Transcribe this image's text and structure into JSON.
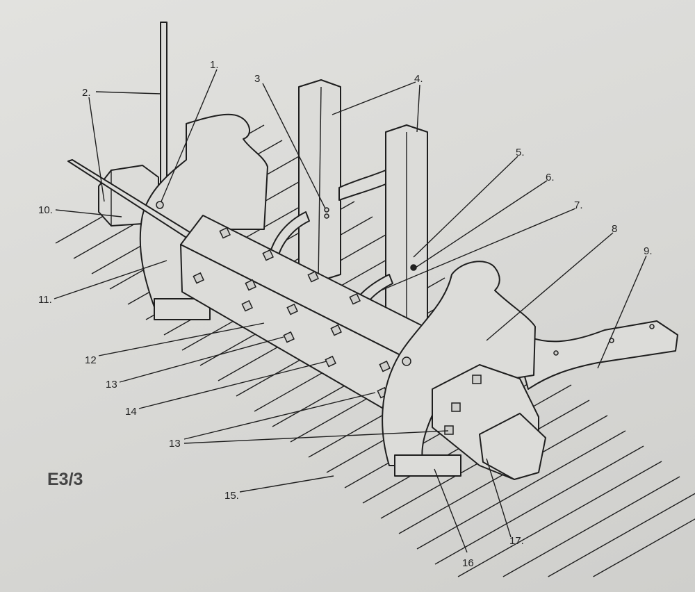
{
  "figure_code": "E3/3",
  "labels": {
    "l1": "1.",
    "l2": "2.",
    "l3": "3",
    "l4": "4.",
    "l5": "5.",
    "l6": "6.",
    "l7": "7.",
    "l8": "8",
    "l9": "9.",
    "l10": "10.",
    "l11": "11.",
    "l12": "12",
    "l13a": "13",
    "l14": "14",
    "l13b": "13",
    "l15": "15.",
    "l16": "16",
    "l17": "17."
  },
  "colors": {
    "ink": "#1e1e1e",
    "paper": "#d8d8d5"
  }
}
